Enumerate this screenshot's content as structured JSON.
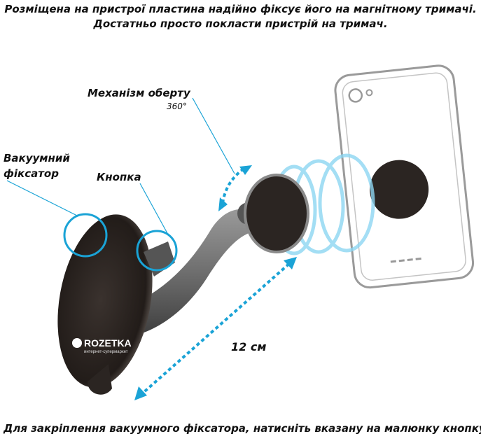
{
  "header": {
    "line1": "Розміщена на пристрої  пластина надійно фіксує його на магнітному тримачі.",
    "line2": "Достатньо просто покласти пристрій на тримач."
  },
  "labels": {
    "rotation": "Механізм оберту",
    "rotation_degrees": "360°",
    "vacuum_line1": "Вакуумний",
    "vacuum_line2": "фіксатор",
    "button": "Кнопка",
    "length": "12 см"
  },
  "watermark": {
    "brand": "ROZETKA",
    "tagline": "интернет-супермаркет"
  },
  "footer": {
    "text": "Для  закріплення вакуумного фіксатора, натисніть вказану на малюнку кнопку."
  },
  "colors": {
    "accent": "#1aa3d6",
    "device": "#2b2522"
  }
}
